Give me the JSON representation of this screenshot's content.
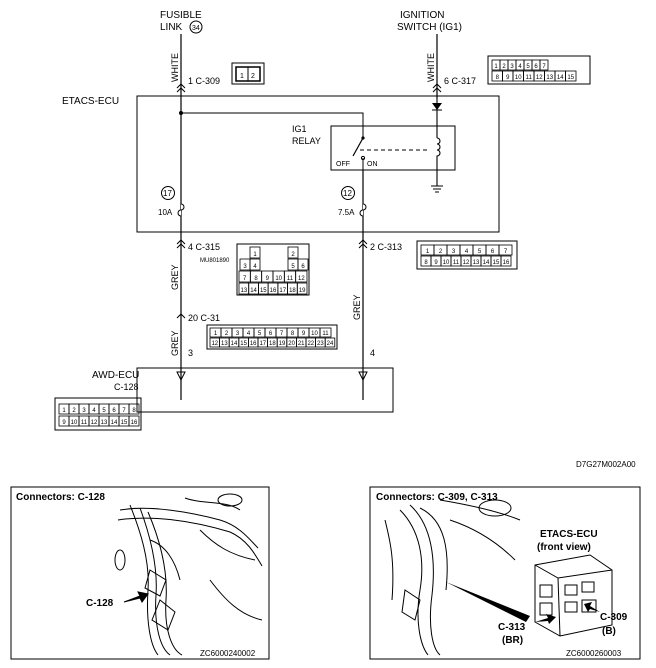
{
  "top": {
    "fusible_link": {
      "line1": "FUSIBLE",
      "line2": "LINK",
      "number": "34"
    },
    "ignition_switch": {
      "line1": "IGNITION",
      "line2": "SWITCH (IG1)"
    }
  },
  "wires": {
    "left_color": "WHITE",
    "right_color": "WHITE",
    "grey_a": "GREY",
    "grey_b": "GREY",
    "grey_c": "GREY"
  },
  "connectors": {
    "c309": {
      "pin": "1",
      "name": "C-309"
    },
    "c317": {
      "pin": "6",
      "name": "C-317",
      "pins_top": [
        "1",
        "2",
        "3",
        "4",
        "5",
        "6",
        "7"
      ],
      "pins_bottom": [
        "8",
        "9",
        "10",
        "11",
        "12",
        "13",
        "14",
        "15"
      ]
    },
    "c315": {
      "pin": "4",
      "name": "C-315",
      "part": "MU801890",
      "pins": [
        "1",
        "2",
        "3",
        "4",
        "5",
        "6",
        "7",
        "8",
        "9",
        "10",
        "11",
        "12",
        "13",
        "14",
        "15",
        "16",
        "17",
        "18",
        "19"
      ]
    },
    "c313": {
      "pin": "2",
      "name": "C-313",
      "pins_top": [
        "1",
        "2",
        "3",
        "4",
        "5",
        "6",
        "7"
      ],
      "pins_bottom": [
        "8",
        "9",
        "10",
        "11",
        "12",
        "13",
        "14",
        "15",
        "16"
      ]
    },
    "c31": {
      "pin": "20",
      "name": "C-31",
      "pins_top": [
        "1",
        "2",
        "3",
        "4",
        "5",
        "6",
        "7",
        "8",
        "9",
        "10",
        "11"
      ],
      "pins_bottom": [
        "12",
        "13",
        "14",
        "15",
        "16",
        "17",
        "18",
        "19",
        "20",
        "21",
        "22",
        "23",
        "24"
      ]
    },
    "c128_pins_top": [
      "1",
      "2",
      "3",
      "4",
      "5",
      "6",
      "7",
      "8"
    ],
    "c128_pins_bottom": [
      "9",
      "10",
      "11",
      "12",
      "13",
      "14",
      "15",
      "16"
    ]
  },
  "etacs": {
    "label": "ETACS-ECU",
    "relay": {
      "line1": "IG1",
      "line2": "RELAY",
      "off": "OFF",
      "on": "ON"
    },
    "fuse_left": {
      "number": "17",
      "rating": "10A"
    },
    "fuse_right": {
      "number": "12",
      "rating": "7.5A"
    }
  },
  "awd": {
    "label": "AWD-ECU",
    "connector": "C-128",
    "pin_left": "3",
    "pin_right": "4"
  },
  "diagram_code": "D7G27M002A00",
  "panel_left": {
    "title": "Connectors: C-128",
    "callout": "C-128",
    "code": "ZC6000240002"
  },
  "panel_right": {
    "title": "Connectors: C-309, C-313",
    "ecu_line1": "ETACS-ECU",
    "ecu_line2": "(front view)",
    "callout_a1": "C-313",
    "callout_a2": "(BR)",
    "callout_b1": "C-309",
    "callout_b2": "(B)",
    "code": "ZC6000260003"
  }
}
